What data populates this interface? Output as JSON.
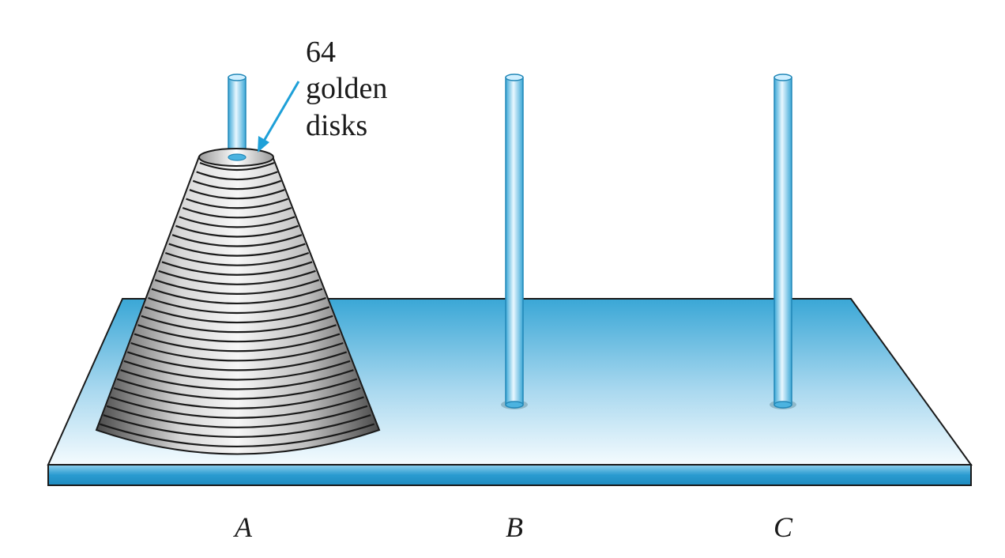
{
  "annotation": {
    "lines": [
      "64",
      "golden",
      "disks"
    ]
  },
  "pegs": [
    {
      "label": "A",
      "disks": 64
    },
    {
      "label": "B",
      "disks": 0
    },
    {
      "label": "C",
      "disks": 0
    }
  ],
  "colors": {
    "board_top": "#3aa7d6",
    "board_top_light": "#f4fbfe",
    "board_edge": "#2a9bd0",
    "peg": "#4bb3e0",
    "peg_highlight": "#e8f7ff",
    "disk_light": "#f2f2f2",
    "disk_dark": "#5a5a5a",
    "arrow": "#1ea0d8",
    "outline": "#1a1a1a"
  }
}
